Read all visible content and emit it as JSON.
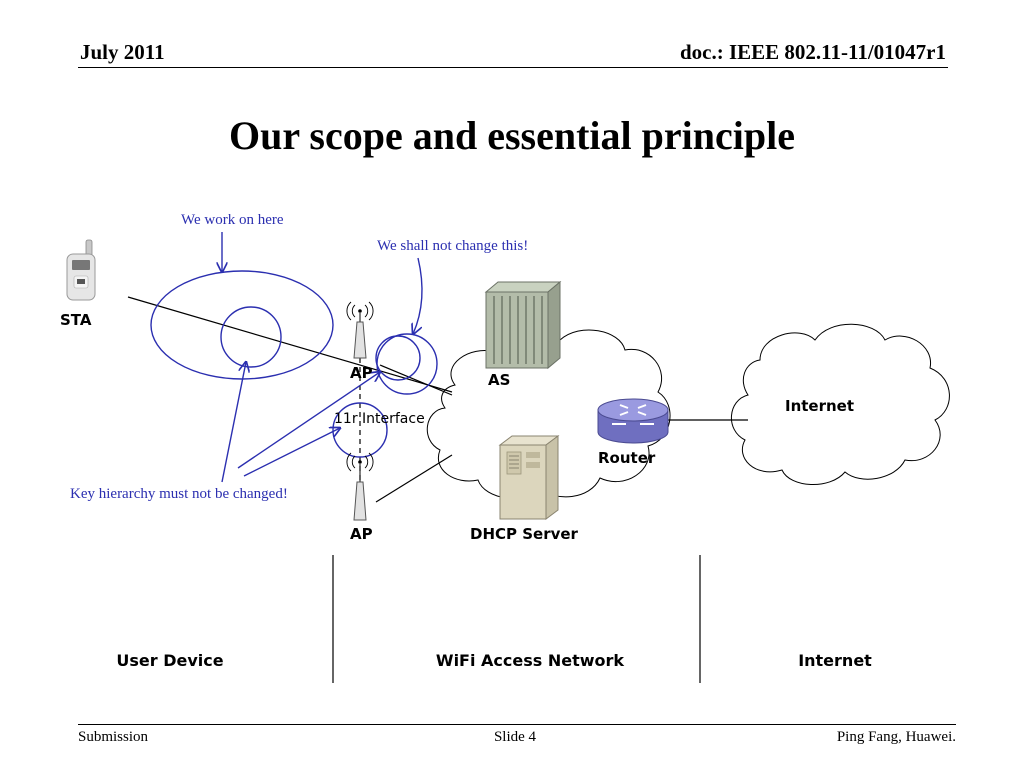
{
  "header": {
    "date": "July 2011",
    "doc_id": "doc.: IEEE 802.11-11/01047r1"
  },
  "slide_title": "Our scope and essential principle",
  "diagram": {
    "labels": {
      "sta": "STA",
      "ap_top": "AP",
      "ap_bottom": "AP",
      "as": "AS",
      "router": "Router",
      "dhcp": "DHCP Server",
      "internet_cloud": "Internet",
      "interface": "11r Interface"
    },
    "annotations": {
      "work_here": "We work on here",
      "no_change": "We shall not change this!",
      "key_hierarchy": "Key hierarchy must not be changed!"
    },
    "zones": [
      "User Device",
      "WiFi Access Network",
      "Internet"
    ],
    "colors": {
      "annotation": "#2b2fb0",
      "router": "#8a8ad6"
    }
  },
  "footer": {
    "left": "Submission",
    "center": "Slide 4",
    "right": "Ping Fang, Huawei."
  }
}
